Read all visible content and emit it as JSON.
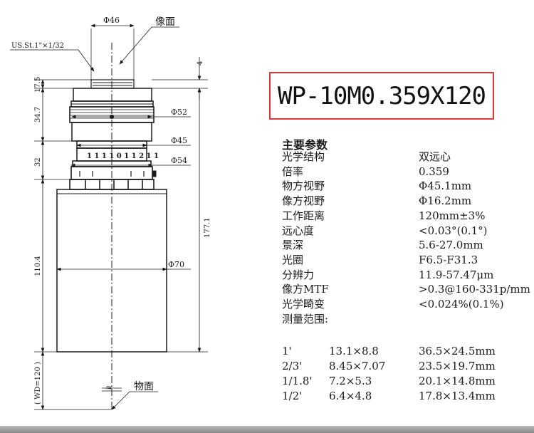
{
  "title": "WP-10M0.359X120",
  "drawing": {
    "label_image_plane": "像面",
    "label_object_plane": "物面",
    "thread_label": "US.St.1\"×1/32",
    "dim_top_d46": "Φ46",
    "dim_d52": "Φ52",
    "dim_d45": "Φ45",
    "dim_d54": "Φ54",
    "dim_d70": "Φ70",
    "dim_4": "4",
    "dim_17_5": "17.5",
    "dim_34_7": "34.7",
    "dim_32": "32",
    "dim_110_4": "110.4",
    "dim_177_1": "177.1",
    "dim_wd": "( WD=120 )",
    "break_mark": "≈",
    "ring_text": "1 1 1 1 0 1 1 2 1 1"
  },
  "specs": {
    "heading": "主要参数",
    "rows": [
      {
        "k": "光学结构",
        "v": "双远心"
      },
      {
        "k": "倍率",
        "v": "0.359"
      },
      {
        "k": "物方视野",
        "v": "Φ45.1mm"
      },
      {
        "k": "像方视野",
        "v": "Φ16.2mm"
      },
      {
        "k": "工作距离",
        "v": "120mm±3%"
      },
      {
        "k": "远心度",
        "v": "<0.03°(0.1°)"
      },
      {
        "k": "景深",
        "v": "5.6-27.0mm"
      },
      {
        "k": "光圈",
        "v": "F6.5-F31.3"
      },
      {
        "k": "分辨力",
        "v": "11.9-57.47μm"
      },
      {
        "k": "像方MTF",
        "v": ">0.3@160-331p/mm"
      },
      {
        "k": "光学畸变",
        "v": "<0.024%(0.1%)"
      },
      {
        "k": "测量范围:",
        "v": ""
      }
    ]
  },
  "formats": [
    {
      "sensor": "1'",
      "size": "13.1×8.8",
      "fov": "36.5×24.5mm"
    },
    {
      "sensor": "2/3'",
      "size": "8.45×7.07",
      "fov": "23.5×19.7mm"
    },
    {
      "sensor": "1/1.8'",
      "size": "7.2×5.3",
      "fov": "20.1×14.8mm"
    },
    {
      "sensor": "1/2'",
      "size": "6.4×4.8",
      "fov": "17.8×13.4mm"
    }
  ]
}
